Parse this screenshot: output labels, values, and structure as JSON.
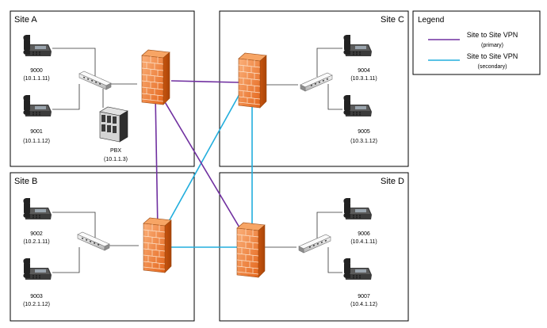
{
  "sites": {
    "a": {
      "title": "Site A"
    },
    "b": {
      "title": "Site B"
    },
    "c": {
      "title": "Site C"
    },
    "d": {
      "title": "Site D"
    }
  },
  "phones": [
    {
      "ext": "9000",
      "ip": "(10.1.1.11)"
    },
    {
      "ext": "9001",
      "ip": "(10.1.1.12)"
    },
    {
      "ext": "9002",
      "ip": "(10.2.1.11)"
    },
    {
      "ext": "9003",
      "ip": "(10.2.1.12)"
    },
    {
      "ext": "9004",
      "ip": "(10.3.1.11)"
    },
    {
      "ext": "9005",
      "ip": "(10.3.1.12)"
    },
    {
      "ext": "9006",
      "ip": "(10.4.1.11)"
    },
    {
      "ext": "9007",
      "ip": "(10.4.1.12)"
    }
  ],
  "pbx": {
    "name": "PBX",
    "ip": "(10.1.1.3)"
  },
  "legend": {
    "title": "Legend",
    "primary_label": "Site to Site VPN",
    "primary_sub": "(primary)",
    "secondary_label": "Site to Site VPN",
    "secondary_sub": "(secondary)"
  },
  "colors": {
    "primary_vpn": "#7030A0",
    "secondary_vpn": "#22AEDD",
    "firewall": "#F58A38"
  },
  "icons": [
    "phone-icon",
    "switch-icon",
    "firewall-icon",
    "pbx-server-icon"
  ]
}
